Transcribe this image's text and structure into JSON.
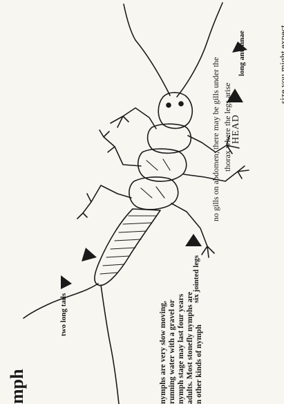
{
  "labels": {
    "size_expectation": "size you might expect",
    "gills_note_line1": "no gills on abdomen; there may be gills under the",
    "gills_note_line2": "thorax where the legs arise",
    "long_antennae": "long antennae",
    "head": "HEAD",
    "six_jointed_legs": "six jointed legs",
    "two_long_tails": "two long tails",
    "title_fragment": "mph"
  },
  "description_lines": [
    "nymphs are very slow moving,",
    "running water with a gravel or",
    "nymph stage may last four years",
    "adults. Most stonefly nymphs are",
    "n other kinds of nymph"
  ]
}
